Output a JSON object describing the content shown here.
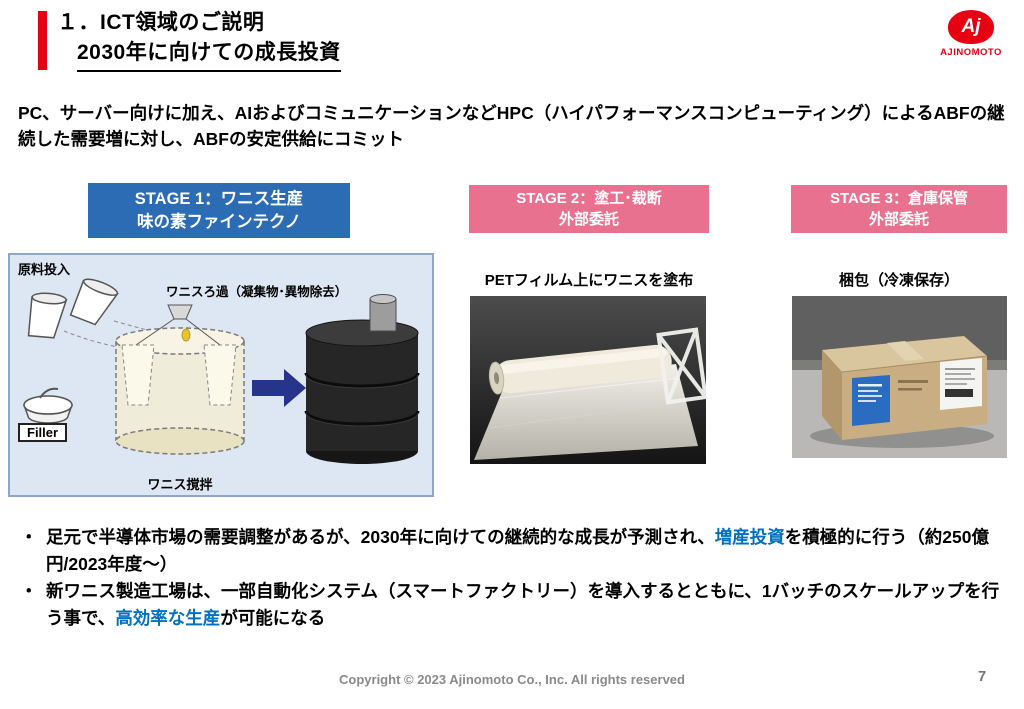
{
  "header": {
    "title_line1": "１．ICT領域のご説明",
    "title_line2": "2030年に向けての成長投資",
    "logo_mark": "Aj",
    "logo_text": "AJINOMOTO"
  },
  "intro": "PC、サーバー向けに加え、AIおよびコミュニケーションなどHPC（ハイパフォーマンスコンピューティング）によるABFの継続した需要増に対し、ABFの安定供給にコミット",
  "stages": {
    "stage1": {
      "line1": "STAGE 1：ワニス生産",
      "line2": "味の素ファインテクノ"
    },
    "stage2": {
      "line1": "STAGE 2：塗工･裁断",
      "line2": "外部委託",
      "caption": "PETフィルム上にワニスを塗布"
    },
    "stage3": {
      "line1": "STAGE 3：倉庫保管",
      "line2": "外部委託",
      "caption": "梱包（冷凍保存）"
    }
  },
  "diagram": {
    "material_input": "原料投入",
    "filtration": "ワニスろ過（凝集物･異物除去）",
    "filler": "Filler",
    "stirring": "ワニス撹拌"
  },
  "bullets": {
    "marker": "・",
    "b1_pre": "足元で半導体市場の需要調整があるが、2030年に向けての継続的な成長が予測され、",
    "b1_highlight": "増産投資",
    "b1_post": "を積極的に行う（約250億円/2023年度～）",
    "b2_pre": "新ワニス製造工場は、一部自動化システム（スマートファクトリー）を導入するとともに、1バッチのスケールアップを行う事で、",
    "b2_highlight": "高効率な生産",
    "b2_post": "が可能になる"
  },
  "footer": {
    "copyright": "Copyright © 2023 Ajinomoto Co., Inc. All rights reserved",
    "page_number": "7"
  },
  "colors": {
    "brand_red": "#e60012",
    "stage1_blue": "#2c6cb5",
    "stage_pink": "#e8718f",
    "highlight_blue": "#0070c0",
    "diagram_bg": "#dde7f4"
  }
}
